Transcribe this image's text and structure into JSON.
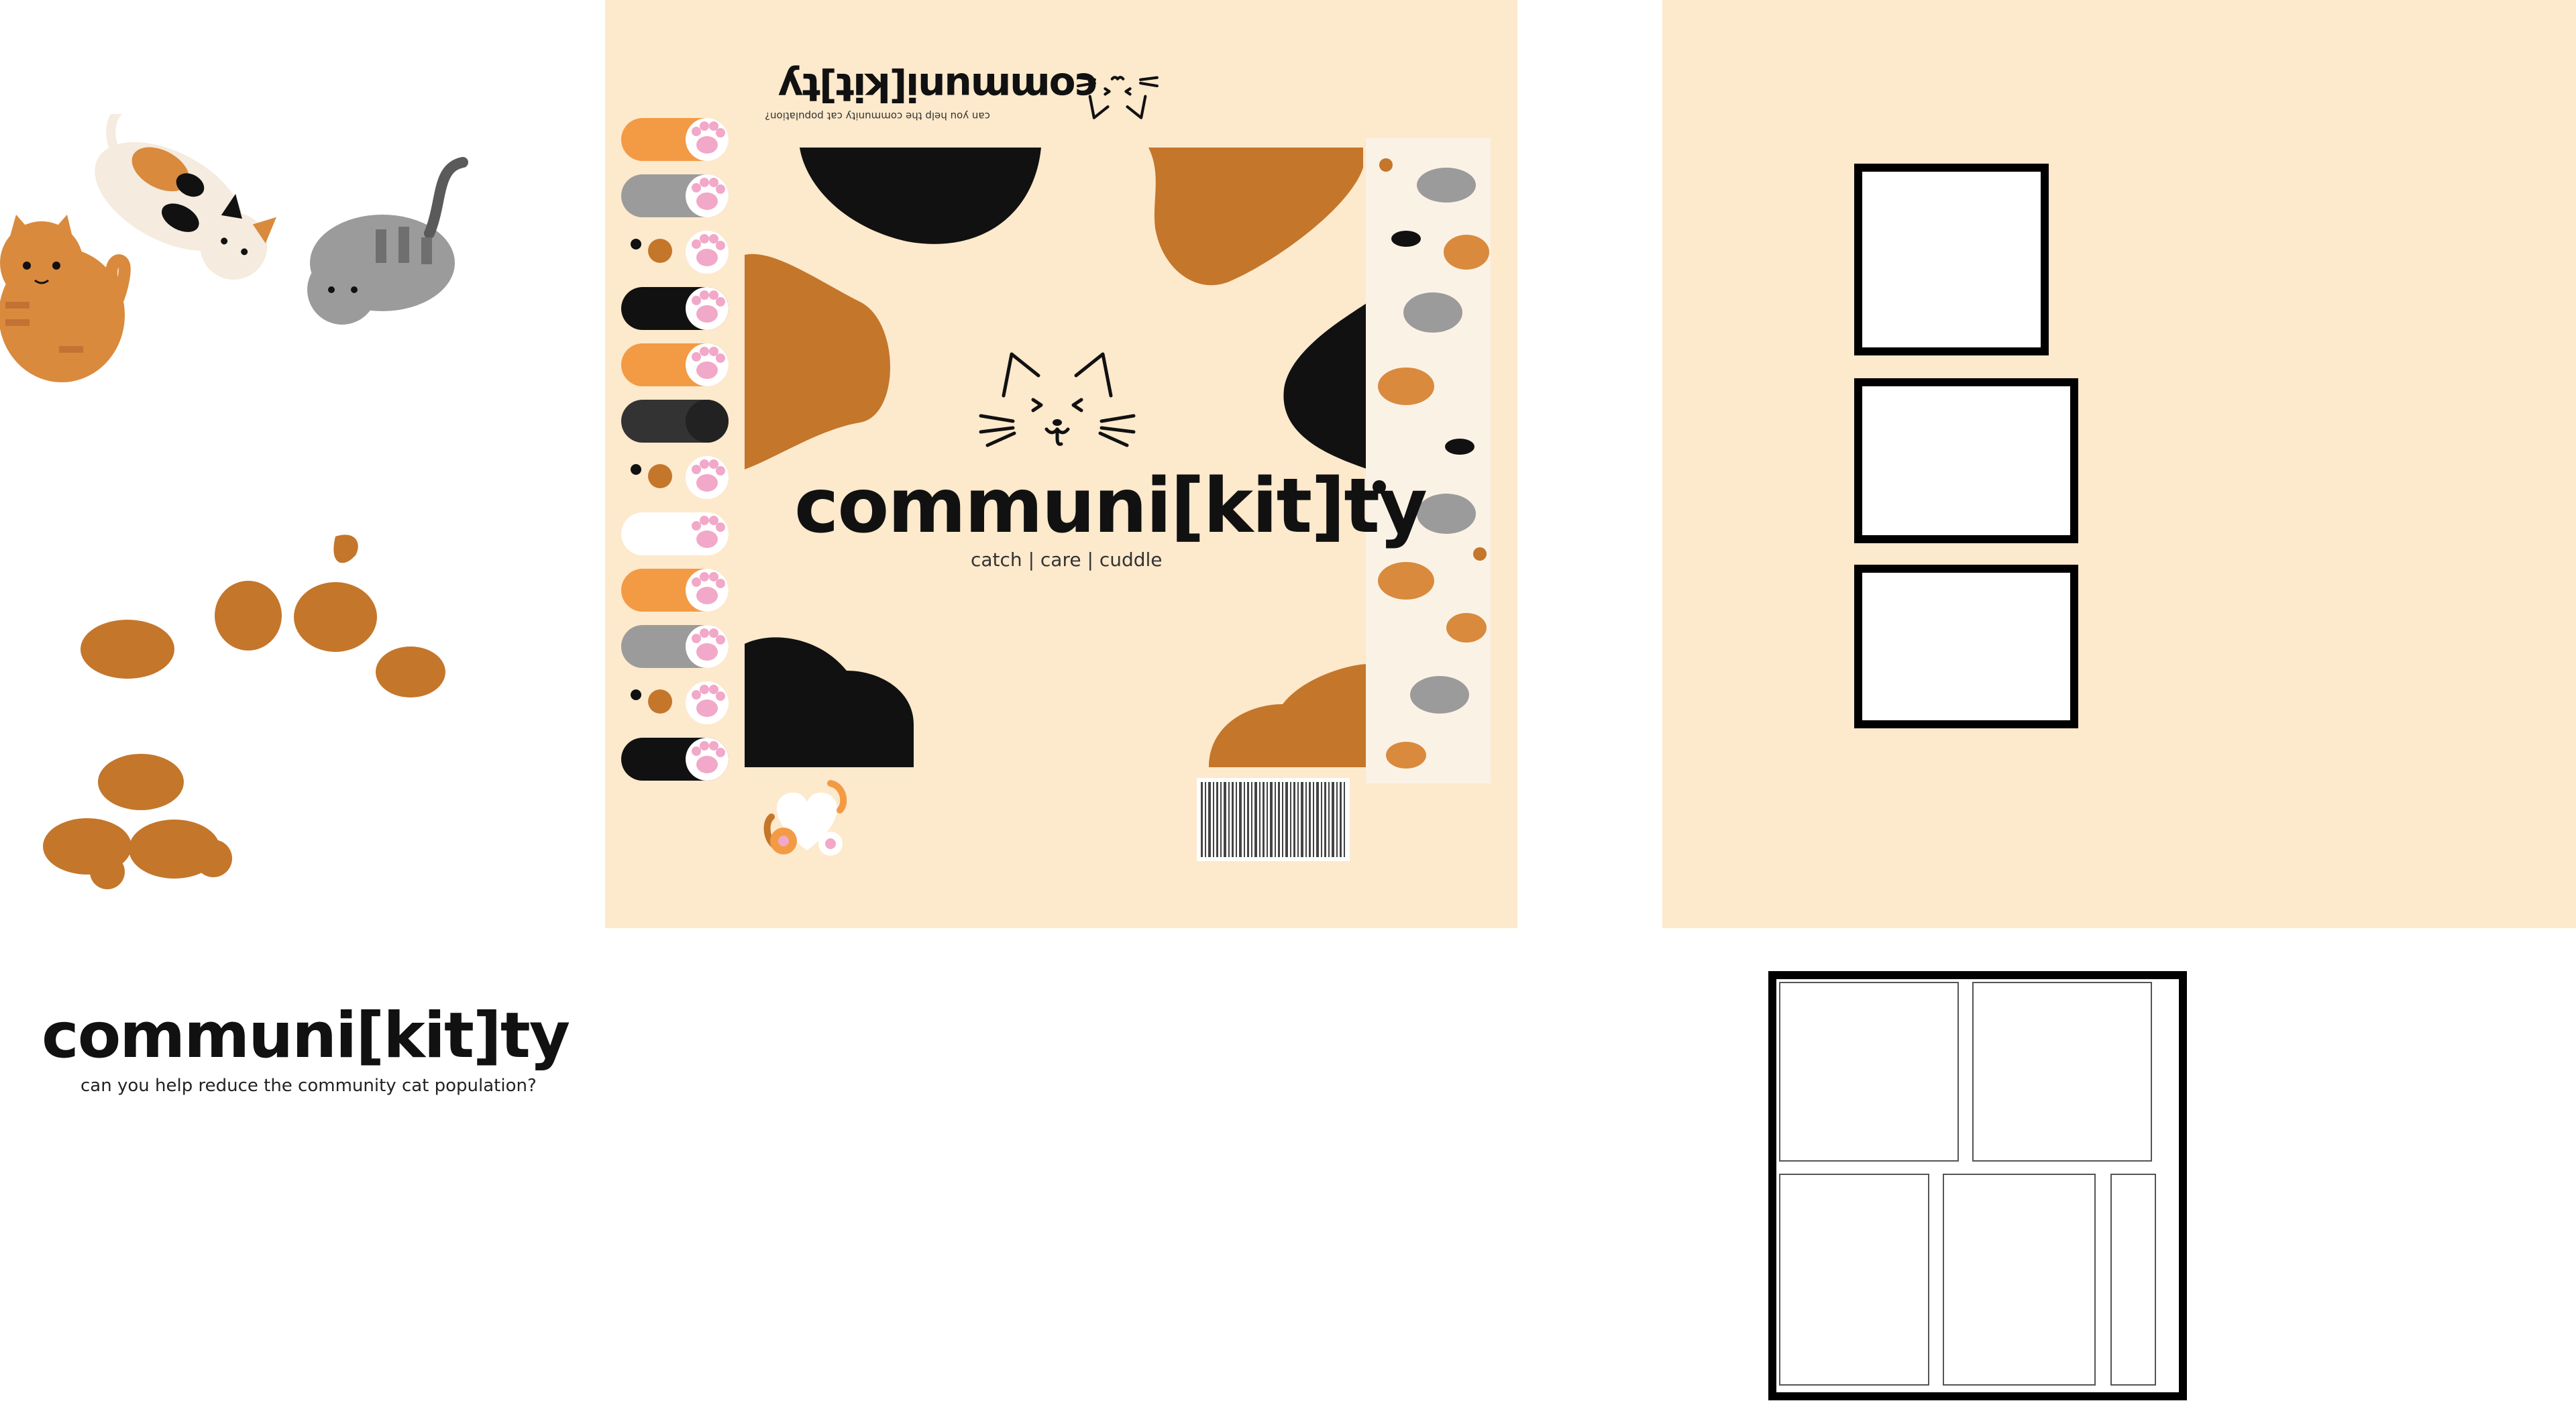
{
  "brand": {
    "main_name": "communi[kit]ty",
    "main_tagline": "catch | care | cuddle",
    "alt_tagline": "can you help reduce the community cat population?",
    "flap_tagline": "can you help the community cat population?"
  },
  "icons": {
    "cat_face": "cat-face-icon",
    "heart": "heart-icon",
    "paw": "paw-icon",
    "barcode": "barcode-icon"
  },
  "colors": {
    "cream": "#fde9cc",
    "orange": "#c4762b",
    "black": "#111111",
    "gray": "#9b9b9b",
    "pink": "#f2a8c8"
  }
}
